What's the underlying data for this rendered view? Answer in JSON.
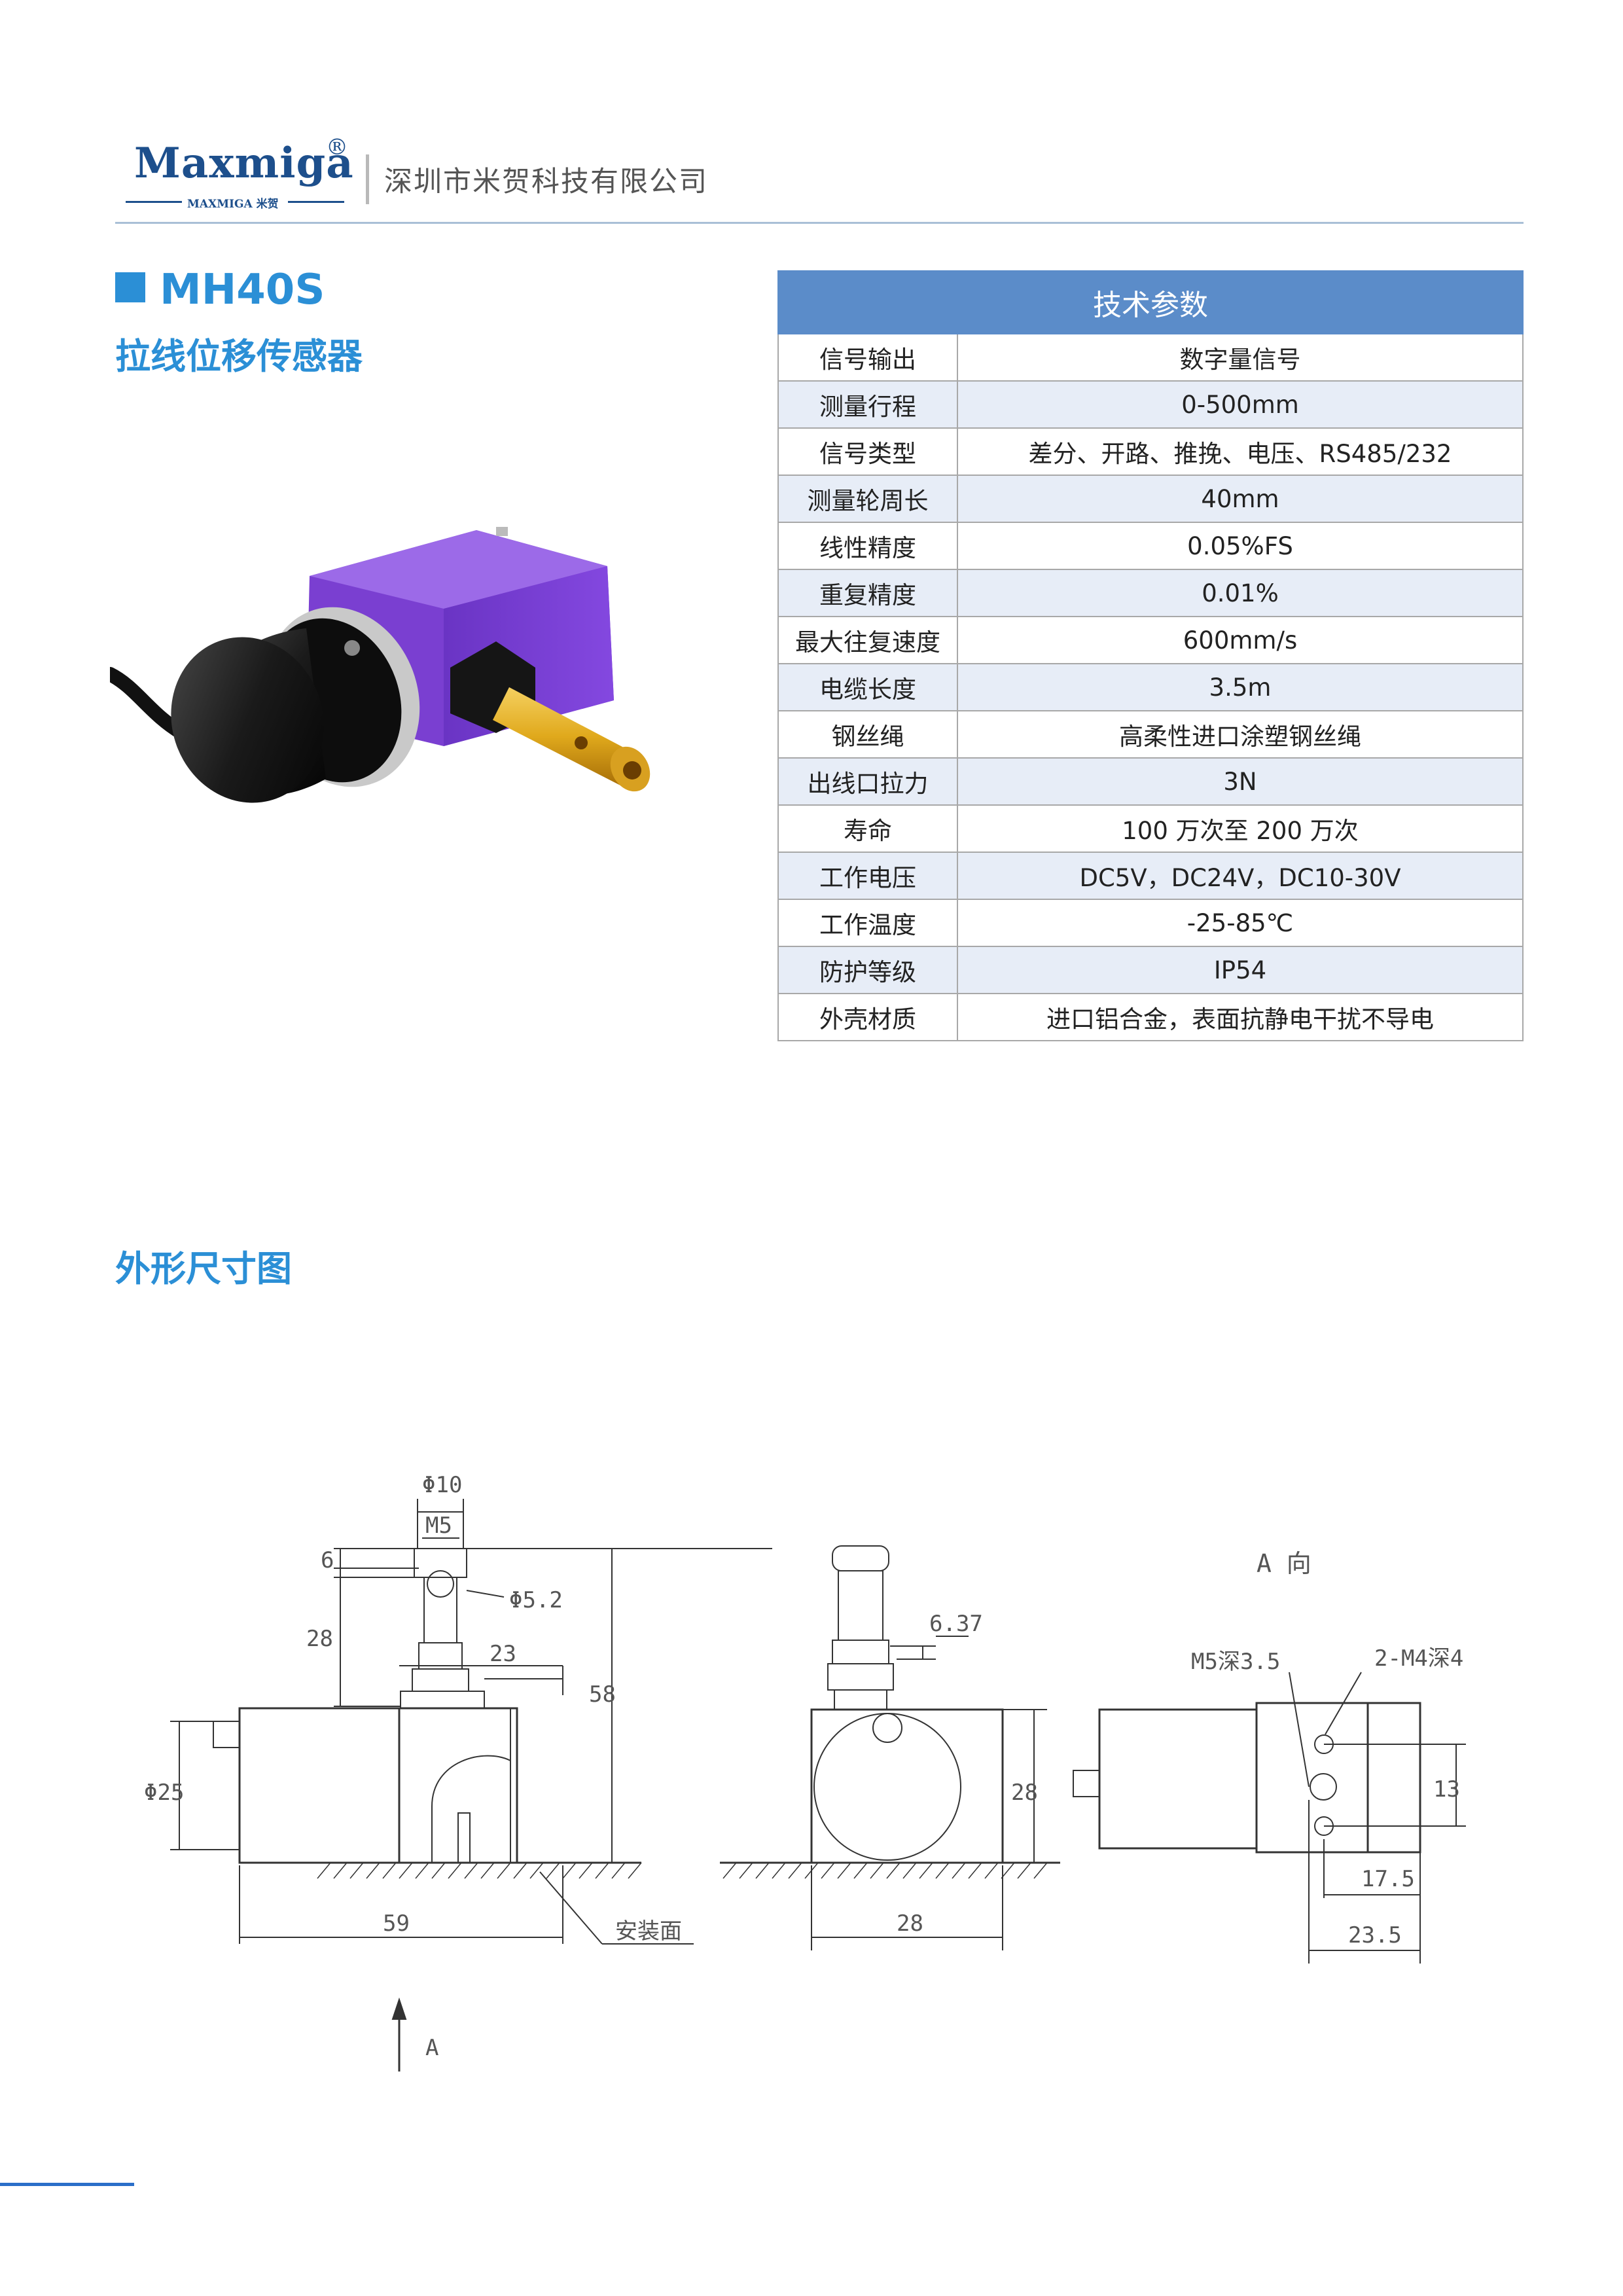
{
  "header": {
    "logo_word": "Maxmiga",
    "logo_reg": "®",
    "logo_sub": "MAXMIGA 米贺",
    "company": "深圳市米贺科技有限公司"
  },
  "title": {
    "model": "MH40S",
    "product": "拉线位移传感器"
  },
  "specs": {
    "heading": "技术参数",
    "rows": [
      {
        "k": "信号输出",
        "v": "数字量信号"
      },
      {
        "k": "测量行程",
        "v": "0-500mm"
      },
      {
        "k": "信号类型",
        "v": "差分、开路、推挽、电压、RS485/232"
      },
      {
        "k": "测量轮周长",
        "v": "40mm"
      },
      {
        "k": "线性精度",
        "v": "0.05%FS"
      },
      {
        "k": "重复精度",
        "v": "0.01%"
      },
      {
        "k": "最大往复速度",
        "v": "600mm/s"
      },
      {
        "k": "电缆长度",
        "v": "3.5m"
      },
      {
        "k": "钢丝绳",
        "v": "高柔性进口涂塑钢丝绳"
      },
      {
        "k": "出线口拉力",
        "v": "3N"
      },
      {
        "k": "寿命",
        "v": "100 万次至 200 万次"
      },
      {
        "k": "工作电压",
        "v": "DC5V，DC24V，DC10-30V"
      },
      {
        "k": "工作温度",
        "v": "-25-85℃"
      },
      {
        "k": "防护等级",
        "v": "IP54"
      },
      {
        "k": "外壳材质",
        "v": "进口铝合金，表面抗静电干扰不导电"
      }
    ]
  },
  "dimension_title": "外形尺寸图",
  "drawing": {
    "d10": "Φ10",
    "m5": "M5",
    "d6": "6",
    "d52": "Φ5.2",
    "d28": "28",
    "d23": "23",
    "d58": "58",
    "d25": "Φ25",
    "d59": "59",
    "mount": "安装面",
    "arrow_a": "A",
    "d637": "6.37",
    "side_28v": "28",
    "side_28h": "28",
    "view_a": "A  向",
    "m5deep": "M5深3.5",
    "m4deep": "2-M4深4",
    "d13": "13",
    "d175": "17.5",
    "d235": "23.5"
  },
  "colors": {
    "accent": "#2b8fd6",
    "table_header": "#5b8cc9",
    "row_alt": "#e7edf7",
    "logo": "#1d4f8c",
    "housing": "#7a3fd1",
    "brass": "#e0a91c"
  }
}
